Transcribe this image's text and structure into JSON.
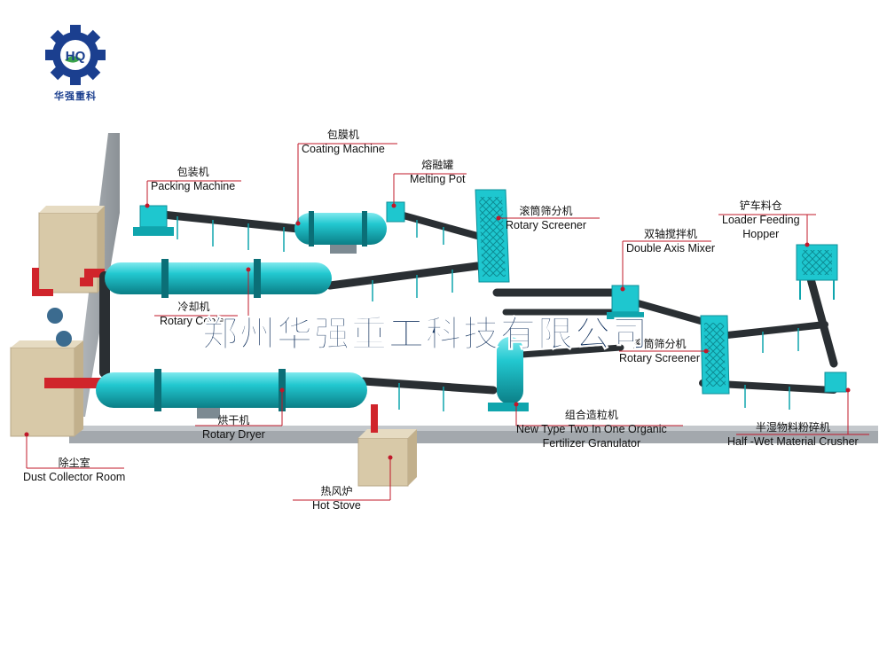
{
  "logo": {
    "initials": "HQ",
    "company_cn": "华强重科"
  },
  "watermark": "郑州华强重工科技有限公司",
  "labels": {
    "coating": {
      "cn": "包膜机",
      "en": "Coating Machine"
    },
    "packing": {
      "cn": "包装机",
      "en": "Packing Machine"
    },
    "melting": {
      "cn": "熔融罐",
      "en": "Melting Pot"
    },
    "screener1": {
      "cn": "滚筒筛分机",
      "en": "Rotary Screener"
    },
    "mixer": {
      "cn": "双轴搅拌机",
      "en": "Double Axis Mixer"
    },
    "hopper": {
      "cn": "铲车料仓",
      "en": "Loader Feeding",
      "en2": "Hopper"
    },
    "cooler": {
      "cn": "冷却机",
      "en": "Rotary Cooler"
    },
    "screener2": {
      "cn": "滚筒筛分机",
      "en": "Rotary Screener"
    },
    "dryer": {
      "cn": "烘干机",
      "en": "Rotary Dryer"
    },
    "granulator": {
      "cn": "组合造粒机",
      "en": "New Type Two In One Organic",
      "en2": "Fertilizer Granulator"
    },
    "crusher": {
      "cn": "半湿物料粉碎机",
      "en": "Half -Wet Material Crusher"
    },
    "dust": {
      "cn": "除尘室",
      "en": "Dust Collector Room"
    },
    "stove": {
      "cn": "热风炉",
      "en": "Hot Stove"
    }
  },
  "colors": {
    "teal": "#1ec7cf",
    "tealDark": "#0f8f98",
    "belt": "#2a2f33",
    "frame": "#0fa5ad",
    "box": "#d8c9a8",
    "leader": "#c0182a",
    "pipe": "#d0242b",
    "wall": "#9aa0a6",
    "brand": "#1b3f8f"
  }
}
